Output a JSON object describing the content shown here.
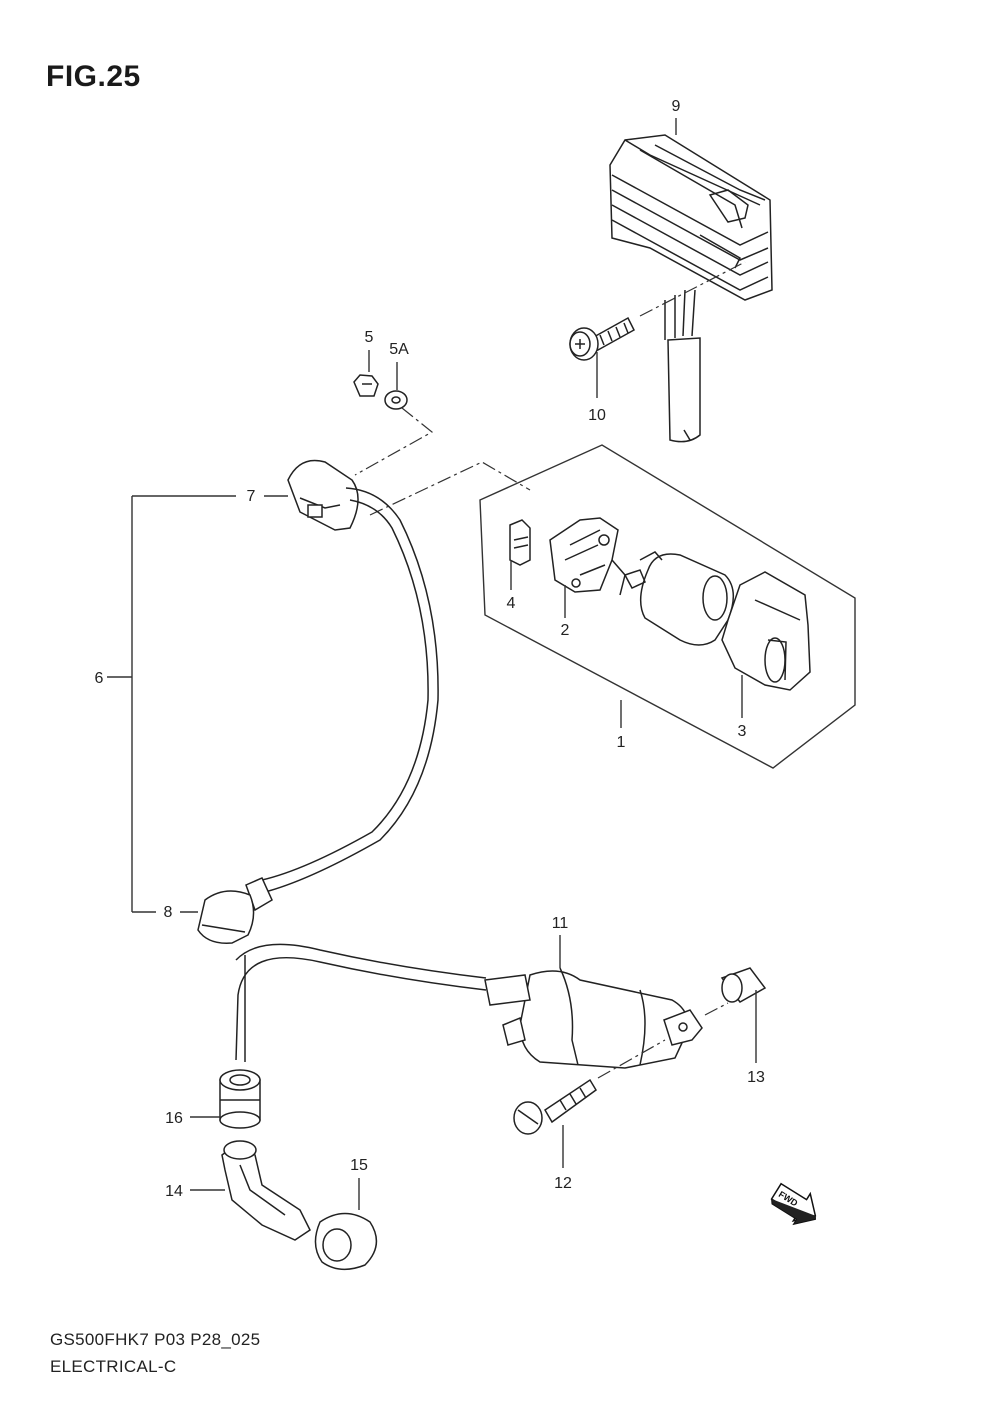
{
  "figure": {
    "title": "FIG.25",
    "model_code": "GS500FHK7 P03 P28_025",
    "section_name": "ELECTRICAL-C"
  },
  "callouts": [
    {
      "id": "c1",
      "label": "1"
    },
    {
      "id": "c2",
      "label": "2"
    },
    {
      "id": "c3",
      "label": "3"
    },
    {
      "id": "c4",
      "label": "4"
    },
    {
      "id": "c5",
      "label": "5"
    },
    {
      "id": "c5a",
      "label": "5A"
    },
    {
      "id": "c6",
      "label": "6"
    },
    {
      "id": "c7",
      "label": "7"
    },
    {
      "id": "c8",
      "label": "8"
    },
    {
      "id": "c9",
      "label": "9"
    },
    {
      "id": "c10",
      "label": "10"
    },
    {
      "id": "c11",
      "label": "11"
    },
    {
      "id": "c12",
      "label": "12"
    },
    {
      "id": "c13",
      "label": "13"
    },
    {
      "id": "c14",
      "label": "14"
    },
    {
      "id": "c15",
      "label": "15"
    },
    {
      "id": "c16",
      "label": "16"
    }
  ],
  "forward_indicator": {
    "label": "FWD",
    "icon": "forward-arrow-icon"
  }
}
